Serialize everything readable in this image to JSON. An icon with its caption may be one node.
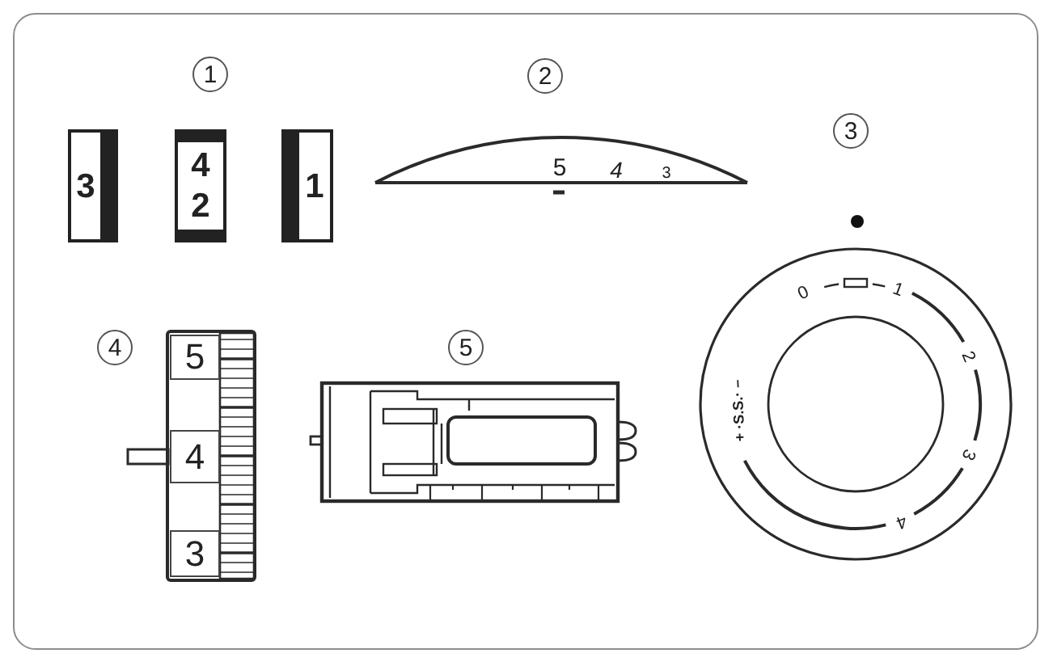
{
  "diagram": {
    "nodes": [
      {
        "text": [
          "3"
        ]
      },
      {
        "text": [
          "4",
          "2"
        ]
      },
      {
        "text": [
          "1"
        ]
      },
      {
        "text": [
          "5"
        ]
      },
      {
        "text": [
          "4"
        ]
      },
      {
        "text": [
          "3"
        ]
      }
    ],
    "labels": [
      "1",
      "2",
      "5",
      "4",
      "3",
      "3",
      "0",
      "1",
      "2",
      "3",
      "4",
      "+ ·S.S.· –",
      "4",
      "5"
    ]
  }
}
